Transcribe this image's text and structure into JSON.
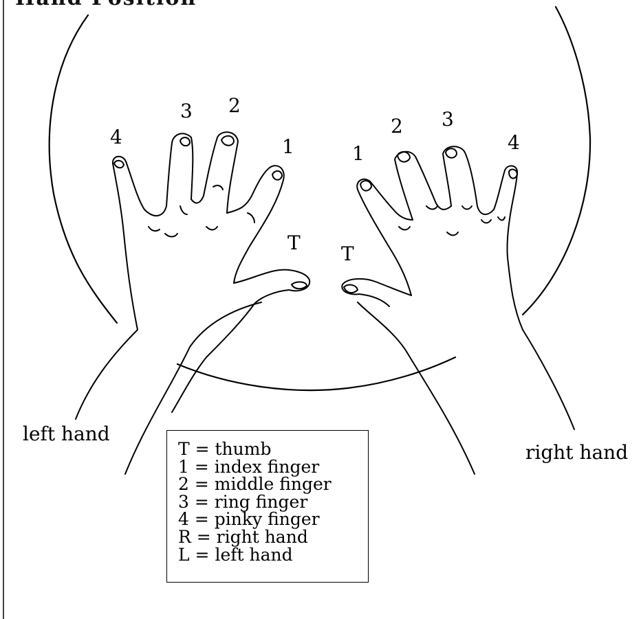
{
  "heading_partial": "Hand Position",
  "left_hand": {
    "label": "left hand",
    "fingers": {
      "thumb": "T",
      "index": "1",
      "middle": "2",
      "ring": "3",
      "pinky": "4"
    }
  },
  "right_hand": {
    "label": "right hand",
    "fingers": {
      "thumb": "T",
      "index": "1",
      "middle": "2",
      "ring": "3",
      "pinky": "4"
    }
  },
  "legend": {
    "items": [
      "T = thumb",
      "1 = index finger",
      "2 = middle finger",
      "3 = ring finger",
      "4 = pinky finger",
      "R = right hand",
      "L = left hand"
    ]
  }
}
